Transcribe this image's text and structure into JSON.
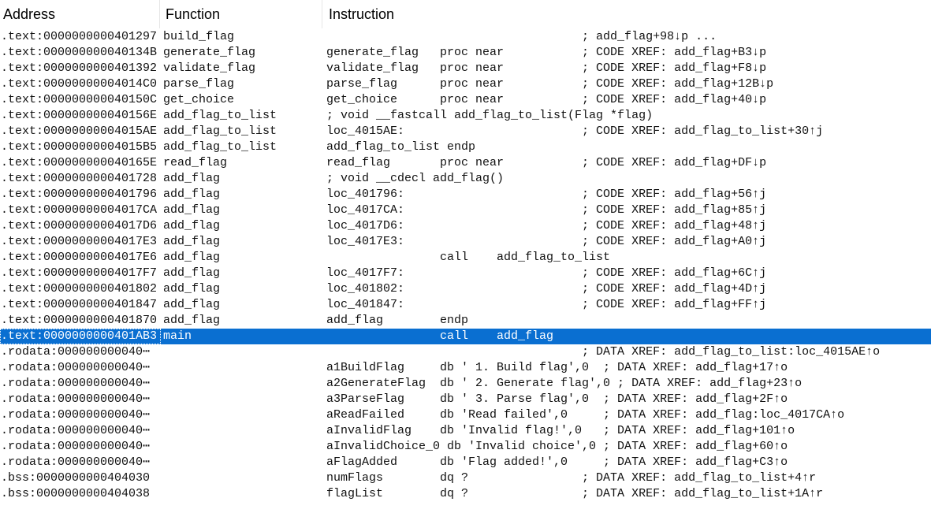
{
  "header": {
    "address": "Address",
    "function": "Function",
    "instruction": "Instruction"
  },
  "rows": [
    {
      "address": ".text:0000000000401297",
      "function": "build_flag",
      "instruction": "                                    ; add_flag+98↓p ..."
    },
    {
      "address": ".text:000000000040134B",
      "function": "generate_flag",
      "instruction": "generate_flag   proc near           ; CODE XREF: add_flag+B3↓p"
    },
    {
      "address": ".text:0000000000401392",
      "function": "validate_flag",
      "instruction": "validate_flag   proc near           ; CODE XREF: add_flag+F8↓p"
    },
    {
      "address": ".text:00000000004014C0",
      "function": "parse_flag",
      "instruction": "parse_flag      proc near           ; CODE XREF: add_flag+12B↓p"
    },
    {
      "address": ".text:000000000040150C",
      "function": "get_choice",
      "instruction": "get_choice      proc near           ; CODE XREF: add_flag+40↓p"
    },
    {
      "address": ".text:000000000040156E",
      "function": "add_flag_to_list",
      "instruction": "; void __fastcall add_flag_to_list(Flag *flag)"
    },
    {
      "address": ".text:00000000004015AE",
      "function": "add_flag_to_list",
      "instruction": "loc_4015AE:                         ; CODE XREF: add_flag_to_list+30↑j"
    },
    {
      "address": ".text:00000000004015B5",
      "function": "add_flag_to_list",
      "instruction": "add_flag_to_list endp"
    },
    {
      "address": ".text:000000000040165E",
      "function": "read_flag",
      "instruction": "read_flag       proc near           ; CODE XREF: add_flag+DF↓p"
    },
    {
      "address": ".text:0000000000401728",
      "function": "add_flag",
      "instruction": "; void __cdecl add_flag()"
    },
    {
      "address": ".text:0000000000401796",
      "function": "add_flag",
      "instruction": "loc_401796:                         ; CODE XREF: add_flag+56↑j"
    },
    {
      "address": ".text:00000000004017CA",
      "function": "add_flag",
      "instruction": "loc_4017CA:                         ; CODE XREF: add_flag+85↑j"
    },
    {
      "address": ".text:00000000004017D6",
      "function": "add_flag",
      "instruction": "loc_4017D6:                         ; CODE XREF: add_flag+48↑j"
    },
    {
      "address": ".text:00000000004017E3",
      "function": "add_flag",
      "instruction": "loc_4017E3:                         ; CODE XREF: add_flag+A0↑j"
    },
    {
      "address": ".text:00000000004017E6",
      "function": "add_flag",
      "instruction": "                call    add_flag_to_list"
    },
    {
      "address": ".text:00000000004017F7",
      "function": "add_flag",
      "instruction": "loc_4017F7:                         ; CODE XREF: add_flag+6C↑j"
    },
    {
      "address": ".text:0000000000401802",
      "function": "add_flag",
      "instruction": "loc_401802:                         ; CODE XREF: add_flag+4D↑j"
    },
    {
      "address": ".text:0000000000401847",
      "function": "add_flag",
      "instruction": "loc_401847:                         ; CODE XREF: add_flag+FF↑j"
    },
    {
      "address": ".text:0000000000401870",
      "function": "add_flag",
      "instruction": "add_flag        endp"
    },
    {
      "address": ".text:0000000000401AB3",
      "function": "main",
      "instruction": "                call    add_flag",
      "selected": true
    },
    {
      "address": ".rodata:000000000040⋯",
      "function": "",
      "instruction": "                                    ; DATA XREF: add_flag_to_list:loc_4015AE↑o"
    },
    {
      "address": ".rodata:000000000040⋯",
      "function": "",
      "instruction": "a1BuildFlag     db ' 1. Build flag',0  ; DATA XREF: add_flag+17↑o"
    },
    {
      "address": ".rodata:000000000040⋯",
      "function": "",
      "instruction": "a2GenerateFlag  db ' 2. Generate flag',0 ; DATA XREF: add_flag+23↑o"
    },
    {
      "address": ".rodata:000000000040⋯",
      "function": "",
      "instruction": "a3ParseFlag     db ' 3. Parse flag',0  ; DATA XREF: add_flag+2F↑o"
    },
    {
      "address": ".rodata:000000000040⋯",
      "function": "",
      "instruction": "aReadFailed     db 'Read failed',0     ; DATA XREF: add_flag:loc_4017CA↑o"
    },
    {
      "address": ".rodata:000000000040⋯",
      "function": "",
      "instruction": "aInvalidFlag    db 'Invalid flag!',0   ; DATA XREF: add_flag+101↑o"
    },
    {
      "address": ".rodata:000000000040⋯",
      "function": "",
      "instruction": "aInvalidChoice_0 db 'Invalid choice',0 ; DATA XREF: add_flag+60↑o"
    },
    {
      "address": ".rodata:000000000040⋯",
      "function": "",
      "instruction": "aFlagAdded      db 'Flag added!',0     ; DATA XREF: add_flag+C3↑o"
    },
    {
      "address": ".bss:0000000000404030",
      "function": "",
      "instruction": "numFlags        dq ?                ; DATA XREF: add_flag_to_list+4↑r"
    },
    {
      "address": ".bss:0000000000404038",
      "function": "",
      "instruction": "flagList        dq ?                ; DATA XREF: add_flag_to_list+1A↑r"
    }
  ],
  "colors": {
    "selection_bg": "#0a6fd1",
    "selection_text": "#ffffff",
    "text": "#111111",
    "background": "#ffffff"
  }
}
